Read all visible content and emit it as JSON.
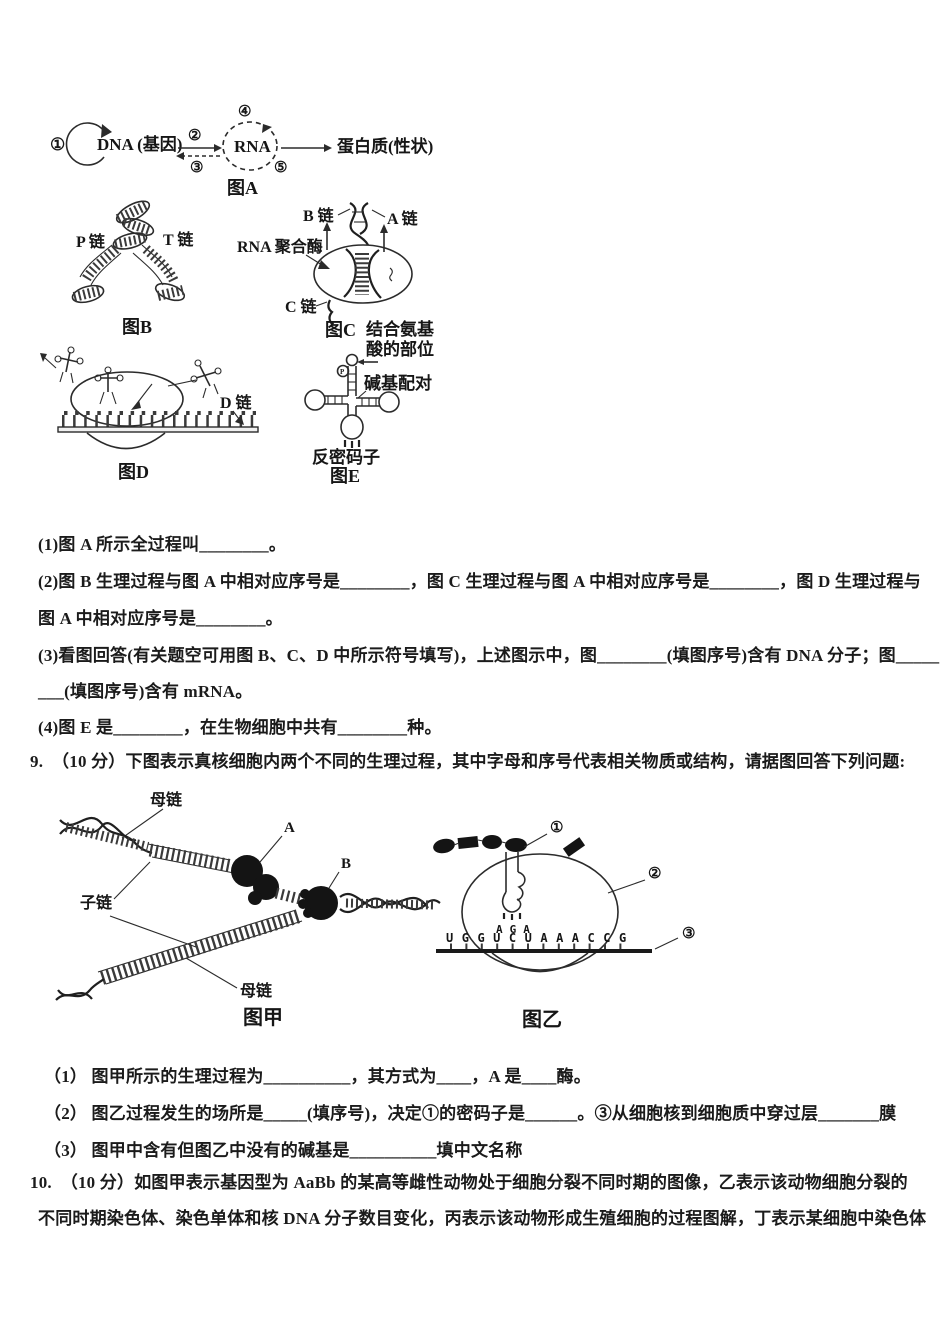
{
  "colors": {
    "ink": "#1b1b1b",
    "paper": "#ffffff"
  },
  "q8": {
    "figures": {
      "A": {
        "label": "图A",
        "num1": "①",
        "num2": "②",
        "num3": "③",
        "num4": "④",
        "num5": "⑤",
        "dna": "DNA (基因)",
        "rna": "RNA",
        "protein": "蛋白质(性状)"
      },
      "B": {
        "label": "图B",
        "p_chain": "P 链",
        "t_chain": "T 链"
      },
      "C": {
        "label": "图C",
        "b_chain": "B 链",
        "a_chain": "A 链",
        "c_chain": "C 链",
        "enzyme": "RNA 聚合酶"
      },
      "D": {
        "label": "图D",
        "d_chain": "D 链"
      },
      "E": {
        "label": "图E",
        "amino_site_line1": "结合氨基",
        "amino_site_line2": "酸的部位",
        "base_pair": "碱基配对",
        "anticodon_label": "反密码子",
        "p_tag": "P"
      }
    },
    "items": {
      "s1": "(1)图 A 所示全过程叫________。",
      "s2a": "(2)图 B 生理过程与图 A 中相对应序号是________，图 C 生理过程与图 A 中相对应序号是________，图 D 生理过程与",
      "s2b": "图 A 中相对应序号是________。",
      "s3a": "(3)看图回答(有关题空可用图 B、C、D 中所示符号填写)，上述图示中，图________(填图序号)含有 DNA 分子；图_____",
      "s3b": "___(填图序号)含有 mRNA。",
      "s4": "(4)图 E 是________，在生物细胞中共有________种。"
    }
  },
  "q9": {
    "stem": "9.  （10 分）下图表示真核细胞内两个不同的生理过程，其中字母和序号代表相关物质或结构，请据图回答下列问题:",
    "fig_jia": {
      "label": "图甲",
      "mother_top": "母链",
      "mother_bottom": "母链",
      "daughter": "子链",
      "a": "A",
      "b": "B"
    },
    "fig_yi": {
      "label": "图乙",
      "num1": "①",
      "num2": "②",
      "num3": "③",
      "anticodon": "AGA",
      "mrna": "UGGUCUAAACCG"
    },
    "items": {
      "s1": "（1） 图甲所示的生理过程为__________，其方式为____，A 是____酶。",
      "s2": "（2） 图乙过程发生的场所是_____(填序号)，决定①的密码子是______。③从细胞核到细胞质中穿过层_______膜",
      "s3": "（3） 图甲中含有但图乙中没有的碱基是__________填中文名称"
    }
  },
  "q10": {
    "stem1": "10.  （10 分）如图甲表示基因型为 AaBb 的某高等雌性动物处于细胞分裂不同时期的图像，乙表示该动物细胞分裂的",
    "stem2": "不同时期染色体、染色单体和核 DNA 分子数目变化，丙表示该动物形成生殖细胞的过程图解，丁表示某细胞中染色体"
  }
}
